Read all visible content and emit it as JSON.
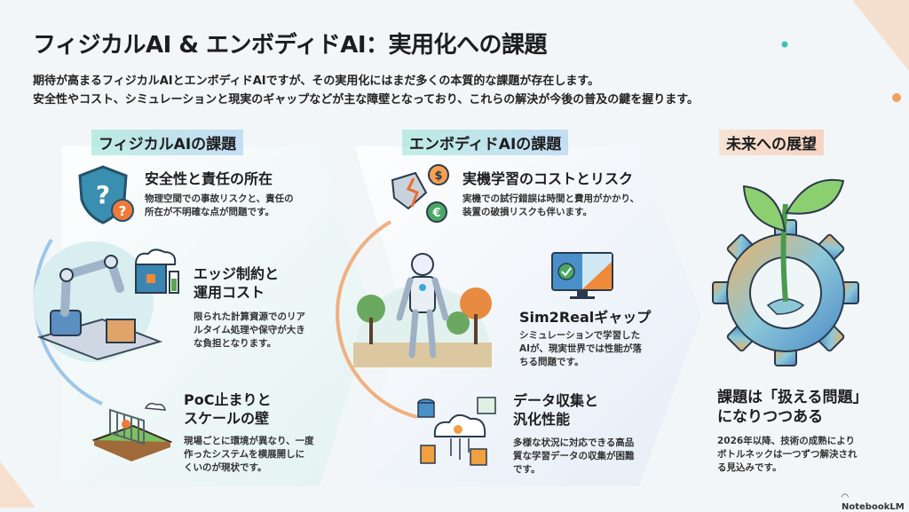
{
  "header": {
    "title": "フィジカルAI & エンボディドAI：実用化への課題",
    "subtitle_lines": [
      "期待が高まるフィジカルAIとエンボディドAIですが、その実用化にはまだ多くの本質的な課題が存在します。",
      "安全性やコスト、シミュレーションと現実のギャップなどが主な障壁となっており、これらの解決が今後の普及の鍵を握ります。"
    ]
  },
  "columns": [
    {
      "heading": "フィジカルAIの課題",
      "items": [
        {
          "title": "安全性と責任の所在",
          "desc": [
            "物理空間での事故リスクと、責任の",
            "所在が不明確な点が問題です。"
          ]
        },
        {
          "title": [
            "エッジ制約と",
            "運用コスト"
          ],
          "desc": [
            "限られた計算資源でのリア",
            "ルタイム処理や保守が大き",
            "な負担となります。"
          ]
        },
        {
          "title": [
            "PoC止まりと",
            "スケールの壁"
          ],
          "desc": [
            "現場ごとに環境が異なり、一度",
            "作ったシステムを横展開しに",
            "くいのが現状です。"
          ]
        }
      ]
    },
    {
      "heading": "エンボディドAIの課題",
      "items": [
        {
          "title": "実機学習のコストとリスク",
          "desc": [
            "実機での試行錯誤は時間と費用がかかり、",
            "装置の破損リスクも伴います。"
          ]
        },
        {
          "title": "Sim2Realギャップ",
          "desc": [
            "シミュレーションで学習した",
            "AIが、現実世界では性能が落",
            "ちる問題です。"
          ]
        },
        {
          "title": [
            "データ収集と",
            "汎化性能"
          ],
          "desc": [
            "多様な状況に対応できる高品",
            "質な学習データの収集が困難",
            "です。"
          ]
        }
      ]
    },
    {
      "heading": "未来への展望",
      "items": [
        {
          "title": [
            "課題は「扱える問題」",
            "になりつつある"
          ],
          "desc": [
            "2026年以降、技術の成熟により",
            "ボトルネックは一つずつ解決され",
            "る見込みです。"
          ]
        }
      ]
    }
  ],
  "icons": {
    "dollar": "$",
    "euro": "€",
    "question": "?"
  },
  "footer": {
    "brand": "NotebookLM"
  },
  "colors": {
    "teal": "#3fb8a8",
    "blue": "#3f7fc4",
    "orange": "#e9833e",
    "green": "#5aa64a"
  }
}
